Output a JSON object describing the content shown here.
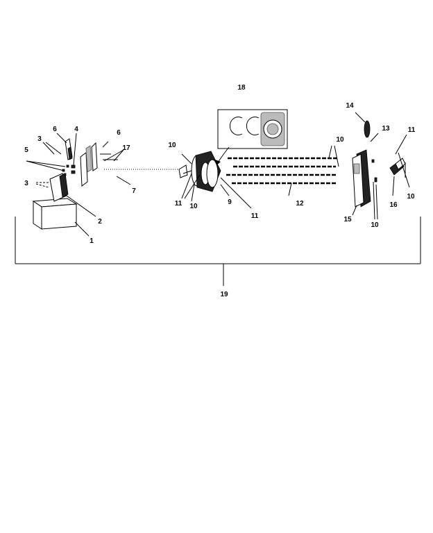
{
  "labels": {
    "l1": "1",
    "l2": "2",
    "l3a": "3",
    "l3b": "3",
    "l4": "4",
    "l5": "5",
    "l6a": "6",
    "l6b": "6",
    "l7": "7",
    "l9": "9",
    "l10a": "10",
    "l10b": "10",
    "l10c": "10",
    "l10d": "10",
    "l10e": "10",
    "l11a": "11",
    "l11b": "11",
    "l11c": "11",
    "l12": "12",
    "l13": "13",
    "l14": "14",
    "l15": "15",
    "l16": "16",
    "l17": "17",
    "l18": "18",
    "l19": "19"
  }
}
